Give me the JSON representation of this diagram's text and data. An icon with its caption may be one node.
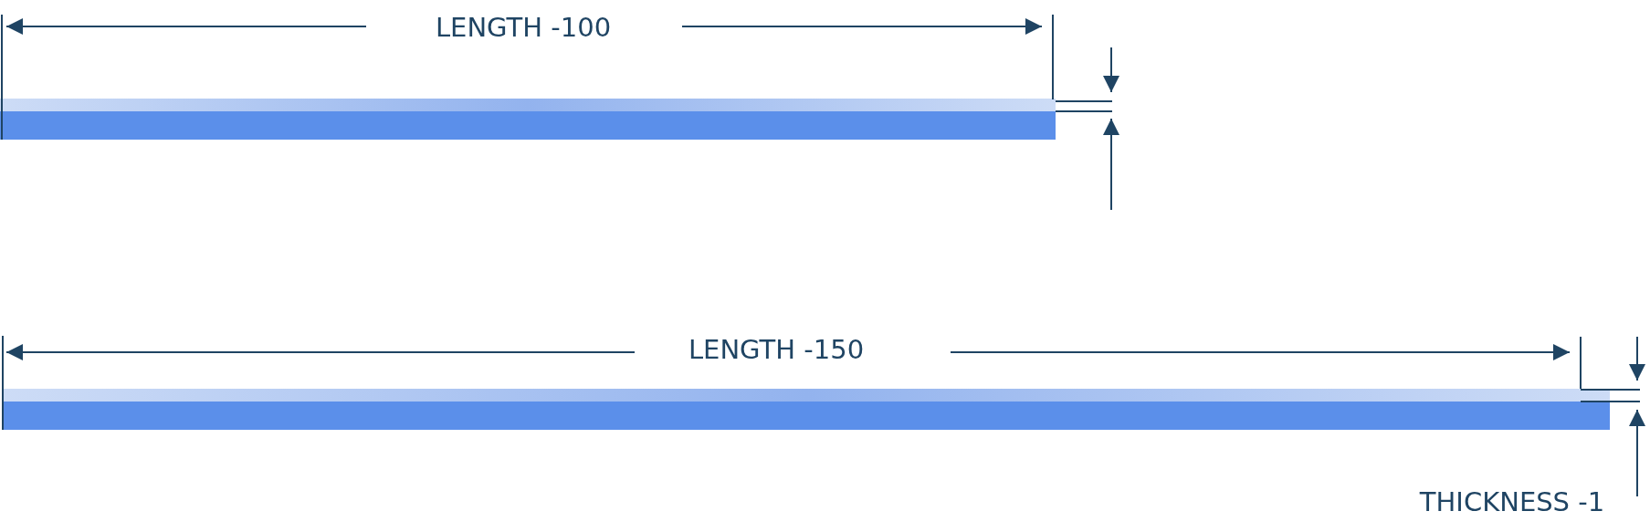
{
  "diagram": {
    "labels": [
      "LENGTH -100",
      "LENGTH -150",
      "THICKNESS -1"
    ]
  }
}
